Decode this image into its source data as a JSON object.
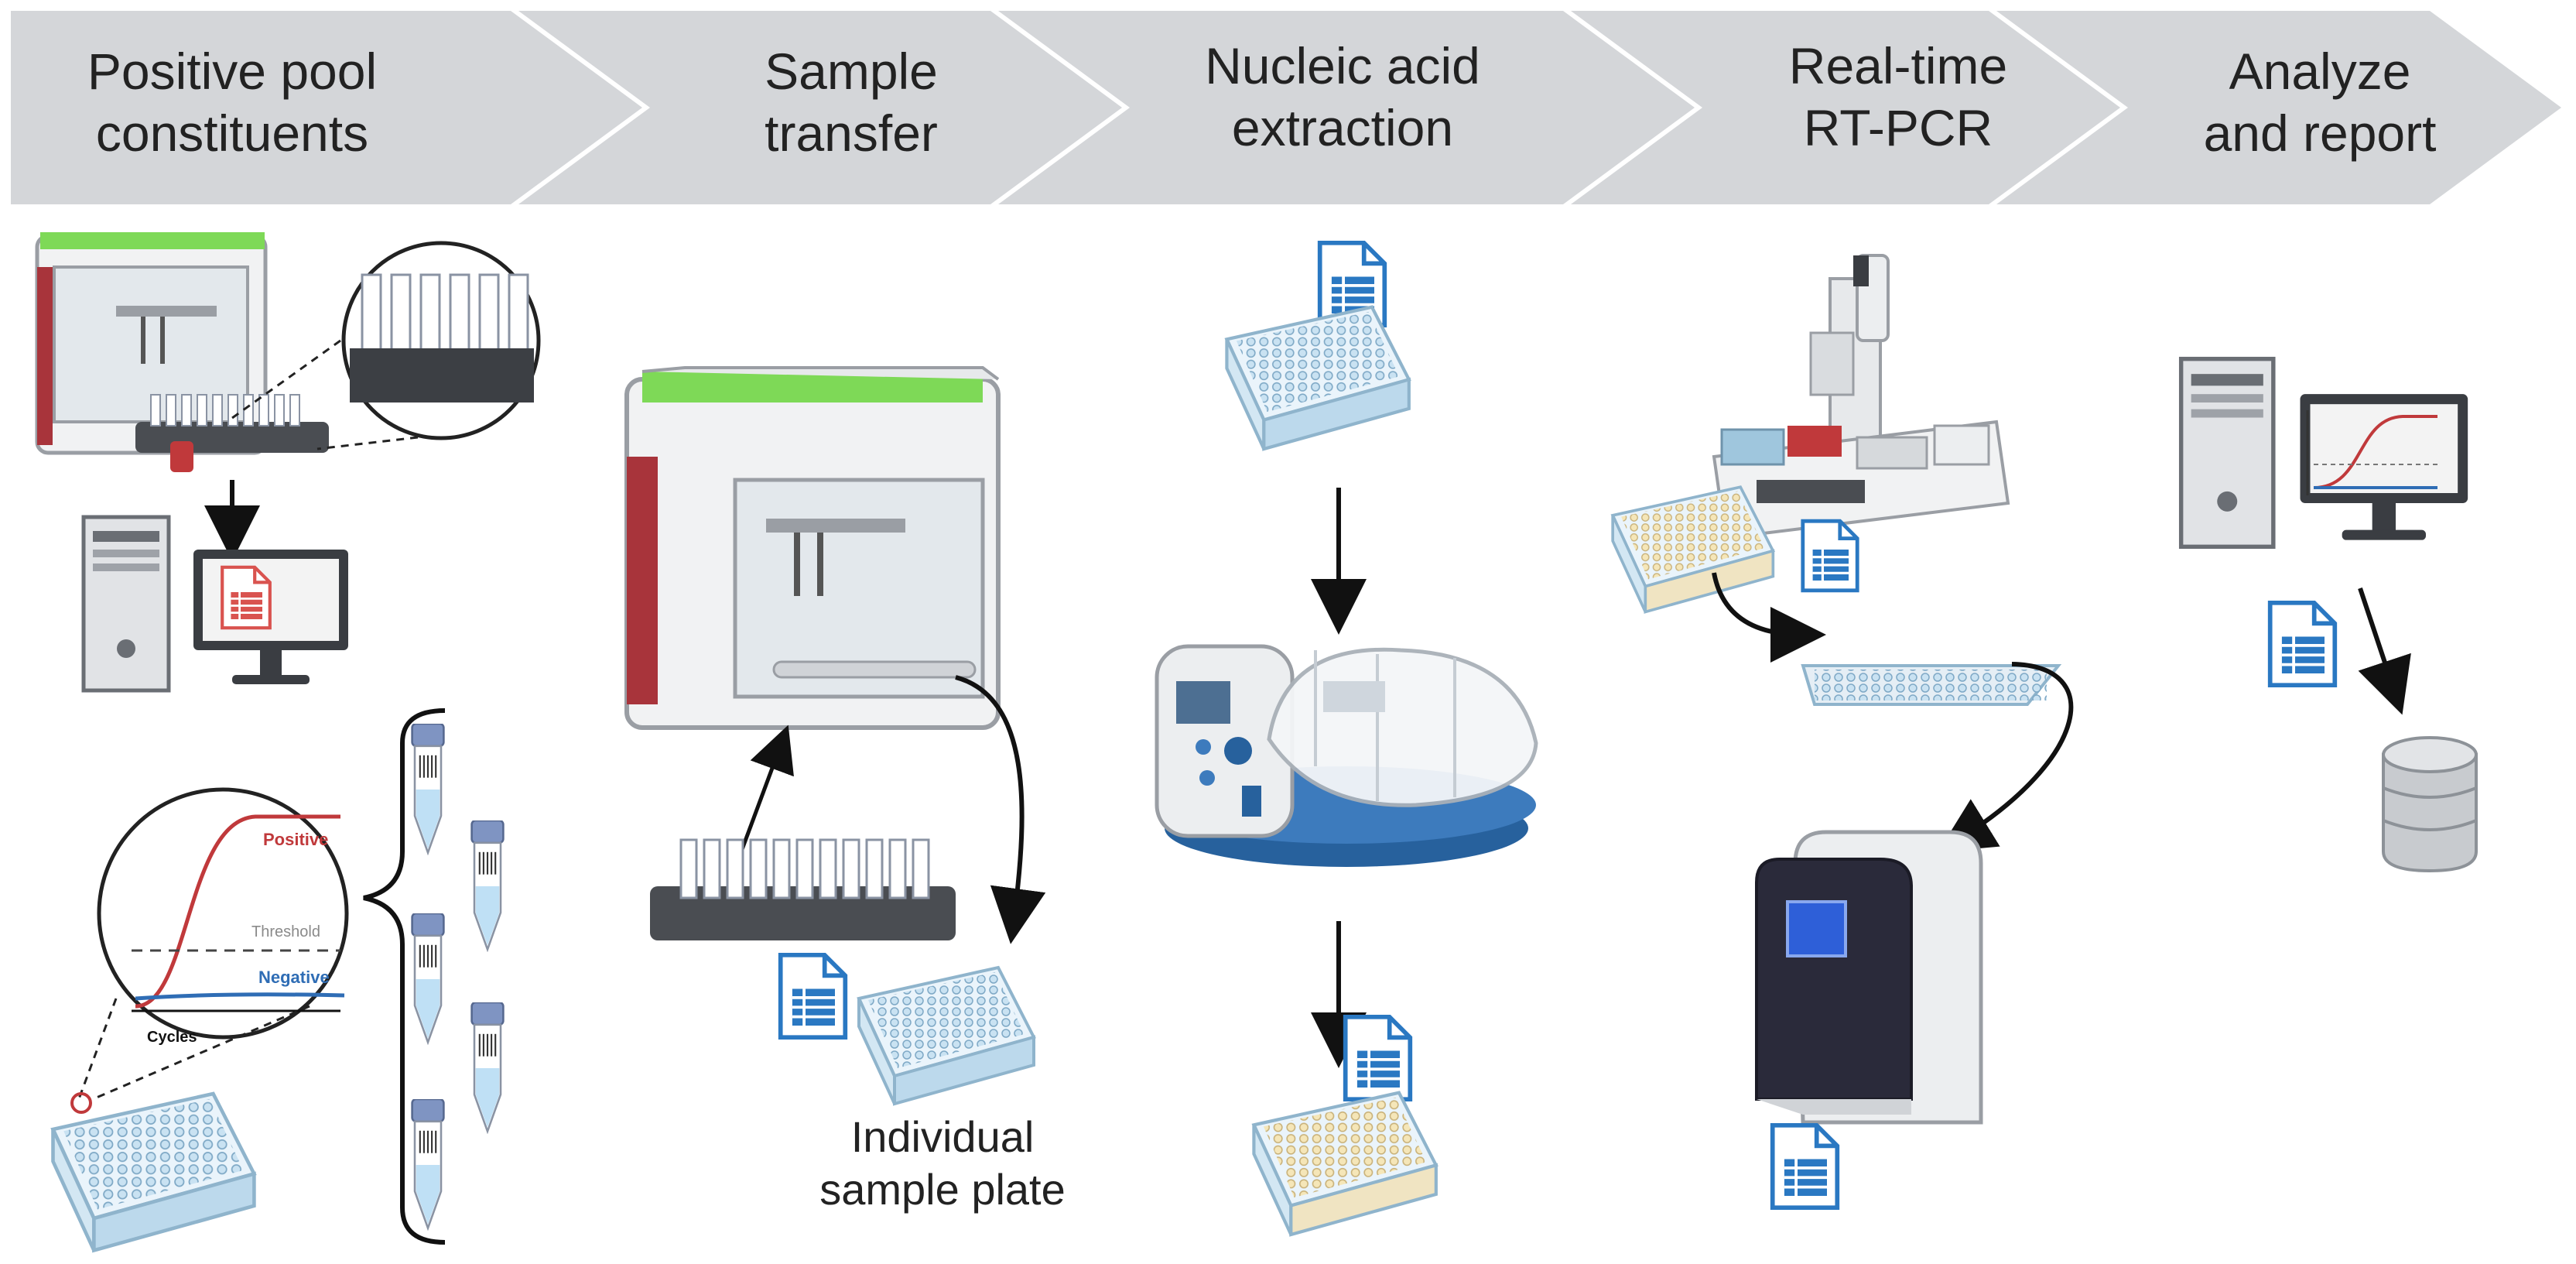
{
  "steps": [
    {
      "line1": "Positive pool",
      "line2": "constituents"
    },
    {
      "line1": "Sample",
      "line2": "transfer"
    },
    {
      "line1": "Nucleic acid",
      "line2": "extraction"
    },
    {
      "line1": "Real-time",
      "line2": "RT-PCR"
    },
    {
      "line1": "Analyze",
      "line2": "and report"
    }
  ],
  "curve_labels": {
    "positive": "Positive",
    "threshold": "Threshold",
    "negative": "Negative",
    "cycles": "Cycles"
  },
  "plate_label": {
    "line1": "Individual",
    "line2": "sample plate"
  },
  "colors": {
    "banner": "#d4d6d9",
    "positive": "#c0393b",
    "negative": "#2f6db5",
    "doc_blue": "#2a78c2",
    "doc_red": "#d9534f",
    "robot_green": "#7ed957",
    "robot_red": "#a8343b",
    "extractor_blue": "#27619d",
    "plate_blue": "#bcd9ec"
  }
}
